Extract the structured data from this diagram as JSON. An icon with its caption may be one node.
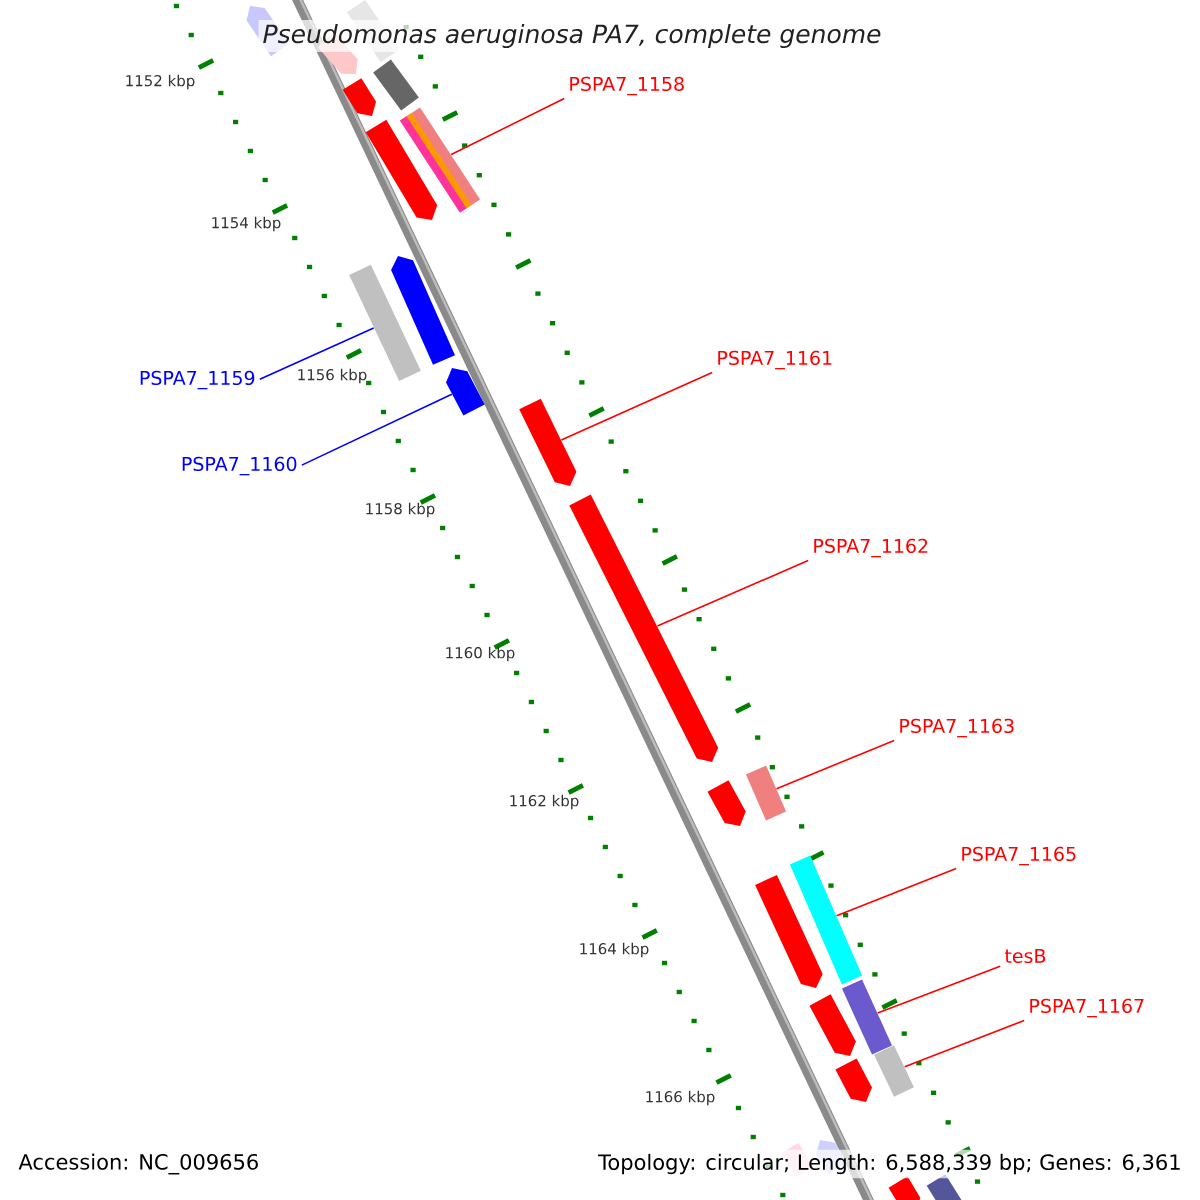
{
  "diagram": {
    "title": "Pseudomonas aeruginosa PA7, complete genome",
    "nodes": [
      {
        "text": [
          "PSPA7_1158"
        ]
      },
      {
        "text": [
          "PSPA7_1159"
        ]
      },
      {
        "text": [
          "PSPA7_1160"
        ]
      },
      {
        "text": [
          "PSPA7_1161"
        ]
      },
      {
        "text": [
          "PSPA7_1162"
        ]
      },
      {
        "text": [
          "PSPA7_1163"
        ]
      },
      {
        "text": [
          "PSPA7_1165"
        ]
      },
      {
        "text": [
          "tesB"
        ]
      },
      {
        "text": [
          "PSPA7_1167"
        ]
      },
      {
        "text": [],
        "shape": "bar"
      },
      {
        "text": [],
        "shape": "bar"
      },
      {
        "text": [],
        "shape": "bar"
      },
      {
        "text": [],
        "shape": "bar"
      },
      {
        "text": [],
        "shape": "bar"
      },
      {
        "text": [],
        "shape": "bar"
      },
      {
        "text": [],
        "shape": "bar"
      },
      {
        "text": [],
        "shape": "bar"
      },
      {
        "text": [],
        "shape": "bar"
      },
      {
        "text": [],
        "shape": "bar"
      },
      {
        "text": [],
        "shape": "bar"
      },
      {
        "text": [],
        "shape": "bar"
      },
      {
        "text": [],
        "shape": "bar"
      },
      {
        "text": [],
        "shape": "bar"
      },
      {
        "text": [],
        "shape": "bar"
      },
      {
        "text": [],
        "shape": "bar"
      },
      {
        "text": [],
        "shape": "bar"
      },
      {
        "text": [],
        "shape": "bar"
      },
      {
        "text": [],
        "shape": "bar"
      },
      {
        "text": [],
        "shape": "bar"
      },
      {
        "text": [],
        "shape": "bar"
      },
      {
        "text": [],
        "shape": "bar"
      },
      {
        "text": [],
        "shape": "bar"
      },
      {
        "text": [],
        "shape": "bar"
      }
    ],
    "edges": [
      {
        "from": 0,
        "to": 14,
        "arrow": "none"
      },
      {
        "from": 1,
        "to": 17,
        "arrow": "none",
        "color": "#0000ff"
      },
      {
        "from": 2,
        "to": 18,
        "arrow": "none",
        "color": "#0000ff"
      },
      {
        "from": 3,
        "to": 19,
        "arrow": "none"
      },
      {
        "from": 4,
        "to": 20,
        "arrow": "none"
      },
      {
        "from": 5,
        "to": 21,
        "arrow": "none"
      },
      {
        "from": 6,
        "to": 23,
        "arrow": "none"
      },
      {
        "from": 7,
        "to": 25,
        "arrow": "none"
      },
      {
        "from": 8,
        "to": 27,
        "arrow": "none"
      }
    ],
    "labels": [
      "1152 kbp",
      "1154 kbp",
      "1156 kbp",
      "1158 kbp",
      "1160 kbp",
      "1162 kbp",
      "1164 kbp",
      "1166 kbp",
      "Accession: NC_009656",
      "Topology: circular; Length: 6,588,339 bp; Genes: 6,361"
    ]
  }
}
